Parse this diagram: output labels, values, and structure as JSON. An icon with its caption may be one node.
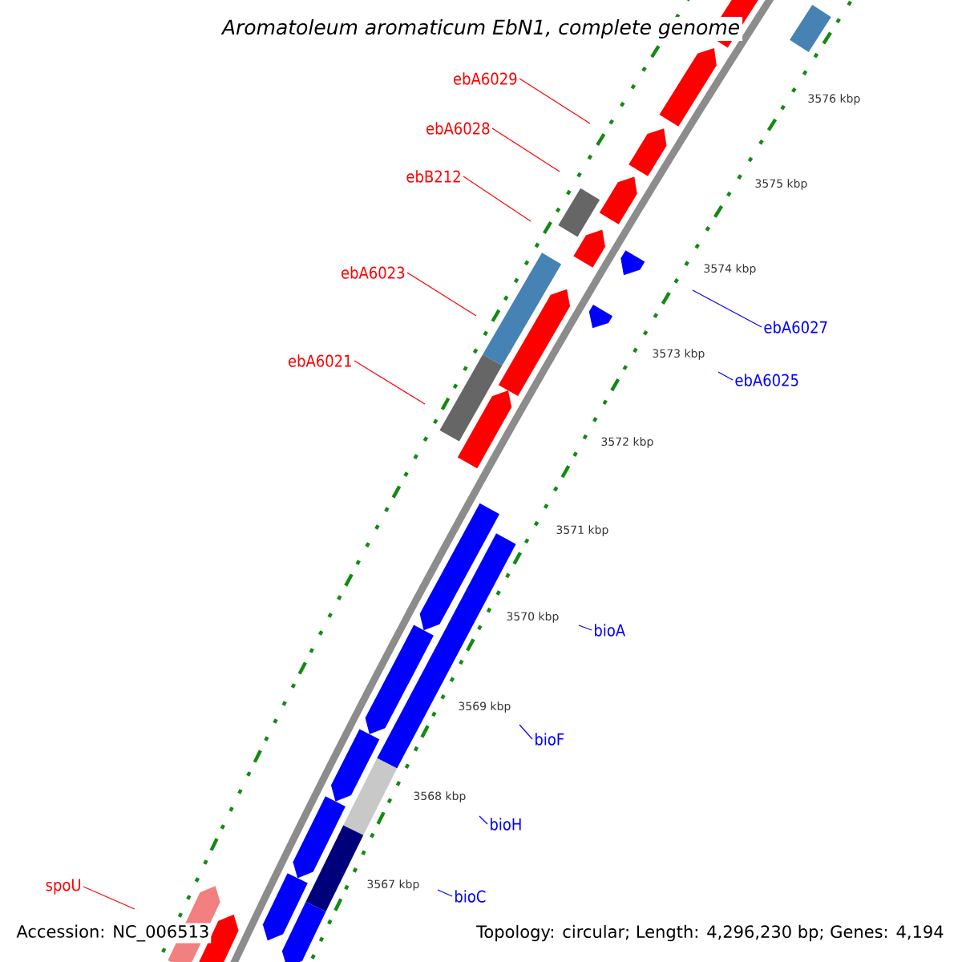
{
  "diagram": {
    "title": "Aromatoleum aromaticum EbN1, complete genome",
    "nodes": [
      {
        "text": [
          "ebA6029"
        ]
      },
      {
        "text": [
          "ebA6028"
        ]
      },
      {
        "text": [
          "ebB212"
        ]
      },
      {
        "text": [
          "ebA6023"
        ]
      },
      {
        "text": [
          "ebA6027"
        ]
      },
      {
        "text": [
          "ebA6021"
        ]
      },
      {
        "text": [
          "ebA6025"
        ]
      },
      {
        "text": [
          "bioA"
        ]
      },
      {
        "text": [
          "bioF"
        ]
      },
      {
        "text": [
          "bioH"
        ]
      },
      {
        "text": [
          "spoU"
        ]
      },
      {
        "text": [
          "bioC"
        ]
      }
    ],
    "edges": [
      {
        "from": 0,
        "to": null,
        "arrow": "none",
        "color": "#ff0000"
      },
      {
        "from": 1,
        "to": null,
        "arrow": "none",
        "color": "#ff0000"
      },
      {
        "from": 2,
        "to": null,
        "arrow": "none",
        "color": "#ff0000"
      },
      {
        "from": 3,
        "to": null,
        "arrow": "none",
        "color": "#ff0000"
      },
      {
        "from": 4,
        "to": null,
        "arrow": "none",
        "color": "#0000ff"
      },
      {
        "from": 5,
        "to": null,
        "arrow": "none",
        "color": "#ff0000"
      },
      {
        "from": 6,
        "to": null,
        "arrow": "none",
        "color": "#0000ff"
      },
      {
        "from": 7,
        "to": null,
        "arrow": "none",
        "color": "#0000ff"
      },
      {
        "from": 8,
        "to": null,
        "arrow": "none",
        "color": "#0000ff"
      },
      {
        "from": 9,
        "to": null,
        "arrow": "none",
        "color": "#0000ff"
      },
      {
        "from": 10,
        "to": null,
        "arrow": "none",
        "color": "#ff0000"
      },
      {
        "from": 11,
        "to": null,
        "arrow": "none",
        "color": "#0000ff"
      }
    ],
    "labels": [
      "3576 kbp",
      "3575 kbp",
      "3574 kbp",
      "3573 kbp",
      "3572 kbp",
      "3571 kbp",
      "3570 kbp",
      "3569 kbp",
      "3568 kbp",
      "3567 kbp",
      "Accession: NC_006513",
      "Topology: circular; Length: 4,296,230 bp; Genes: 4,194"
    ]
  }
}
